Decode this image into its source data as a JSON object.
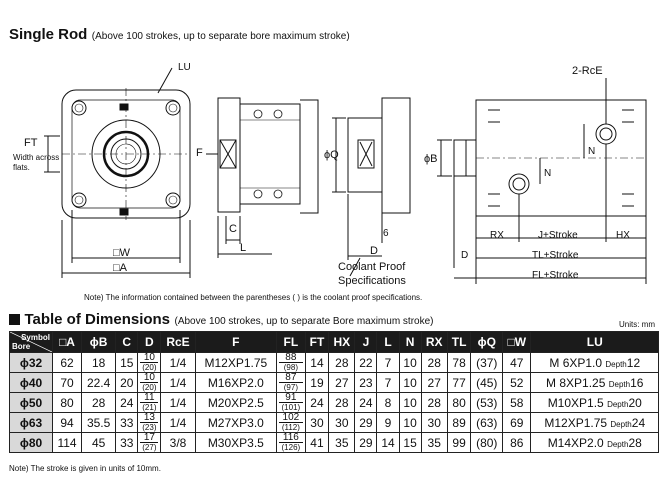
{
  "heading": {
    "title": "Single Rod",
    "subtitle": "(Above 100 strokes, up to separate bore maximum stroke)"
  },
  "drawing": {
    "labels": {
      "lu": "LU",
      "ft": "FT",
      "width_across": "Width across",
      "flats": "flats.",
      "f": "F",
      "w": "□W",
      "a": "□A",
      "c": "C",
      "l": "L",
      "q": "ϕQ",
      "d": "D",
      "six": "6",
      "coolant_proof": "Coolant Proof",
      "specifications": "Specifications",
      "rce": "2-RcE",
      "b": "ϕB",
      "n1": "N",
      "n2": "N",
      "rx": "RX",
      "j_stroke": "J+Stroke",
      "hx": "HX",
      "d2": "D",
      "tl_stroke": "TL+Stroke",
      "fl_stroke": "FL+Stroke"
    },
    "note": "Note) The information contained between the parentheses ( ) is the coolant proof specifications."
  },
  "table_heading": {
    "title": "Table of Dimensions",
    "subtitle": "(Above 100 strokes, up to separate Bore maximum stroke)",
    "units": "Units: mm"
  },
  "table": {
    "corner_symbol": "Symbol",
    "corner_bore": "Bore",
    "headers": [
      "□A",
      "ϕB",
      "C",
      "D",
      "RcE",
      "F",
      "FL",
      "FT",
      "HX",
      "J",
      "L",
      "N",
      "RX",
      "TL",
      "ϕQ",
      "□W",
      "LU"
    ],
    "rows": [
      {
        "bore": "ϕ32",
        "A": "62",
        "B": "18",
        "C": "15",
        "D_top": "10",
        "D_bot": "(20)",
        "RcE": "1/4",
        "F": "M12XP1.75",
        "FL_top": "88",
        "FL_bot": "(98)",
        "FT": "14",
        "HX": "28",
        "J": "22",
        "L": "7",
        "N": "10",
        "RX": "28",
        "TL": "78",
        "Q": "(37)",
        "W": "47",
        "LU_main": "M 6XP1.0",
        "LU_depth_label": "Depth",
        "LU_depth": "12"
      },
      {
        "bore": "ϕ40",
        "A": "70",
        "B": "22.4",
        "C": "20",
        "D_top": "10",
        "D_bot": "(20)",
        "RcE": "1/4",
        "F": "M16XP2.0",
        "FL_top": "87",
        "FL_bot": "(97)",
        "FT": "19",
        "HX": "27",
        "J": "23",
        "L": "7",
        "N": "10",
        "RX": "27",
        "TL": "77",
        "Q": "(45)",
        "W": "52",
        "LU_main": "M 8XP1.25",
        "LU_depth_label": "Depth",
        "LU_depth": "16"
      },
      {
        "bore": "ϕ50",
        "A": "80",
        "B": "28",
        "C": "24",
        "D_top": "11",
        "D_bot": "(21)",
        "RcE": "1/4",
        "F": "M20XP2.5",
        "FL_top": "91",
        "FL_bot": "(101)",
        "FT": "24",
        "HX": "28",
        "J": "24",
        "L": "8",
        "N": "10",
        "RX": "28",
        "TL": "80",
        "Q": "(53)",
        "W": "58",
        "LU_main": "M10XP1.5",
        "LU_depth_label": "Depth",
        "LU_depth": "20"
      },
      {
        "bore": "ϕ63",
        "A": "94",
        "B": "35.5",
        "C": "33",
        "D_top": "13",
        "D_bot": "(23)",
        "RcE": "1/4",
        "F": "M27XP3.0",
        "FL_top": "102",
        "FL_bot": "(112)",
        "FT": "30",
        "HX": "30",
        "J": "29",
        "L": "9",
        "N": "10",
        "RX": "30",
        "TL": "89",
        "Q": "(63)",
        "W": "69",
        "LU_main": "M12XP1.75",
        "LU_depth_label": "Depth",
        "LU_depth": "24"
      },
      {
        "bore": "ϕ80",
        "A": "114",
        "B": "45",
        "C": "33",
        "D_top": "17",
        "D_bot": "(27)",
        "RcE": "3/8",
        "F": "M30XP3.5",
        "FL_top": "116",
        "FL_bot": "(126)",
        "FT": "41",
        "HX": "35",
        "J": "29",
        "L": "14",
        "N": "15",
        "RX": "35",
        "TL": "99",
        "Q": "(80)",
        "W": "86",
        "LU_main": "M14XP2.0",
        "LU_depth_label": "Depth",
        "LU_depth": "28"
      }
    ]
  },
  "footnote": "Note) The stroke is given in units of 10mm."
}
